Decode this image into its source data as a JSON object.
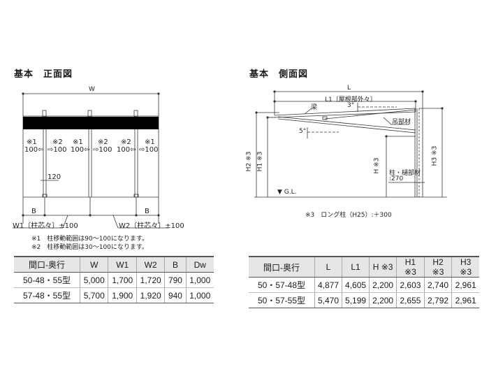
{
  "front_view": {
    "title": "基本　正面図",
    "dim_W": "W",
    "post_notes": [
      {
        "mark": "※1",
        "value": "100⇦"
      },
      {
        "mark": "※2",
        "value": "⇨100"
      },
      {
        "mark": "※1",
        "value": "100⇦"
      },
      {
        "mark": "※2",
        "value": "⇨100"
      },
      {
        "mark": "※2",
        "value": "100⇦"
      },
      {
        "mark": "※1",
        "value": "⇨100"
      }
    ],
    "dim_120": "120",
    "dim_B_left": "B",
    "dim_B_right": "B",
    "dim_W1": "W1〔柱芯々〕±100",
    "dim_W2": "W2〔柱芯々〕±100",
    "footnotes": [
      "※1　柱移動範囲は90〜100になります。",
      "※2　柱移動範囲は30〜100になります。"
    ]
  },
  "side_view": {
    "title": "基本　側面図",
    "dim_L": "L",
    "dim_L1": "L1〔屋根部外々〕",
    "label_beam": "梁",
    "label_hanger": "吊部材",
    "angle_3": "3°",
    "angle_5": "5°",
    "dim_H2": "H2 ※3",
    "dim_H1": "H1 ※3",
    "dim_H": "H ※3",
    "dim_H3": "H3 ※3",
    "label_post_gutter": "柱・樋部材",
    "label_270": ":270",
    "label_GL": "▼ G.L.",
    "footnote": "※3　ロング柱（H25）:＋300"
  },
  "front_table": {
    "headers": [
      "間口-奥行",
      "W",
      "W1",
      "W2",
      "B",
      "Dw"
    ],
    "rows": [
      [
        "50-48・55型",
        "5,000",
        "1,700",
        "1,720",
        "790",
        "1,000"
      ],
      [
        "57-48・55型",
        "5,700",
        "1,900",
        "1,920",
        "940",
        "1,000"
      ]
    ]
  },
  "side_table": {
    "headers": [
      "間口-奥行",
      "L",
      "L1",
      "H ※3",
      "H1 ※3",
      "H2 ※3",
      "H3 ※3"
    ],
    "rows": [
      [
        "50・57-48型",
        "4,877",
        "4,605",
        "2,200",
        "2,603",
        "2,740",
        "2,961"
      ],
      [
        "50・57-55型",
        "5,470",
        "5,199",
        "2,200",
        "2,655",
        "2,792",
        "2,961"
      ]
    ]
  }
}
